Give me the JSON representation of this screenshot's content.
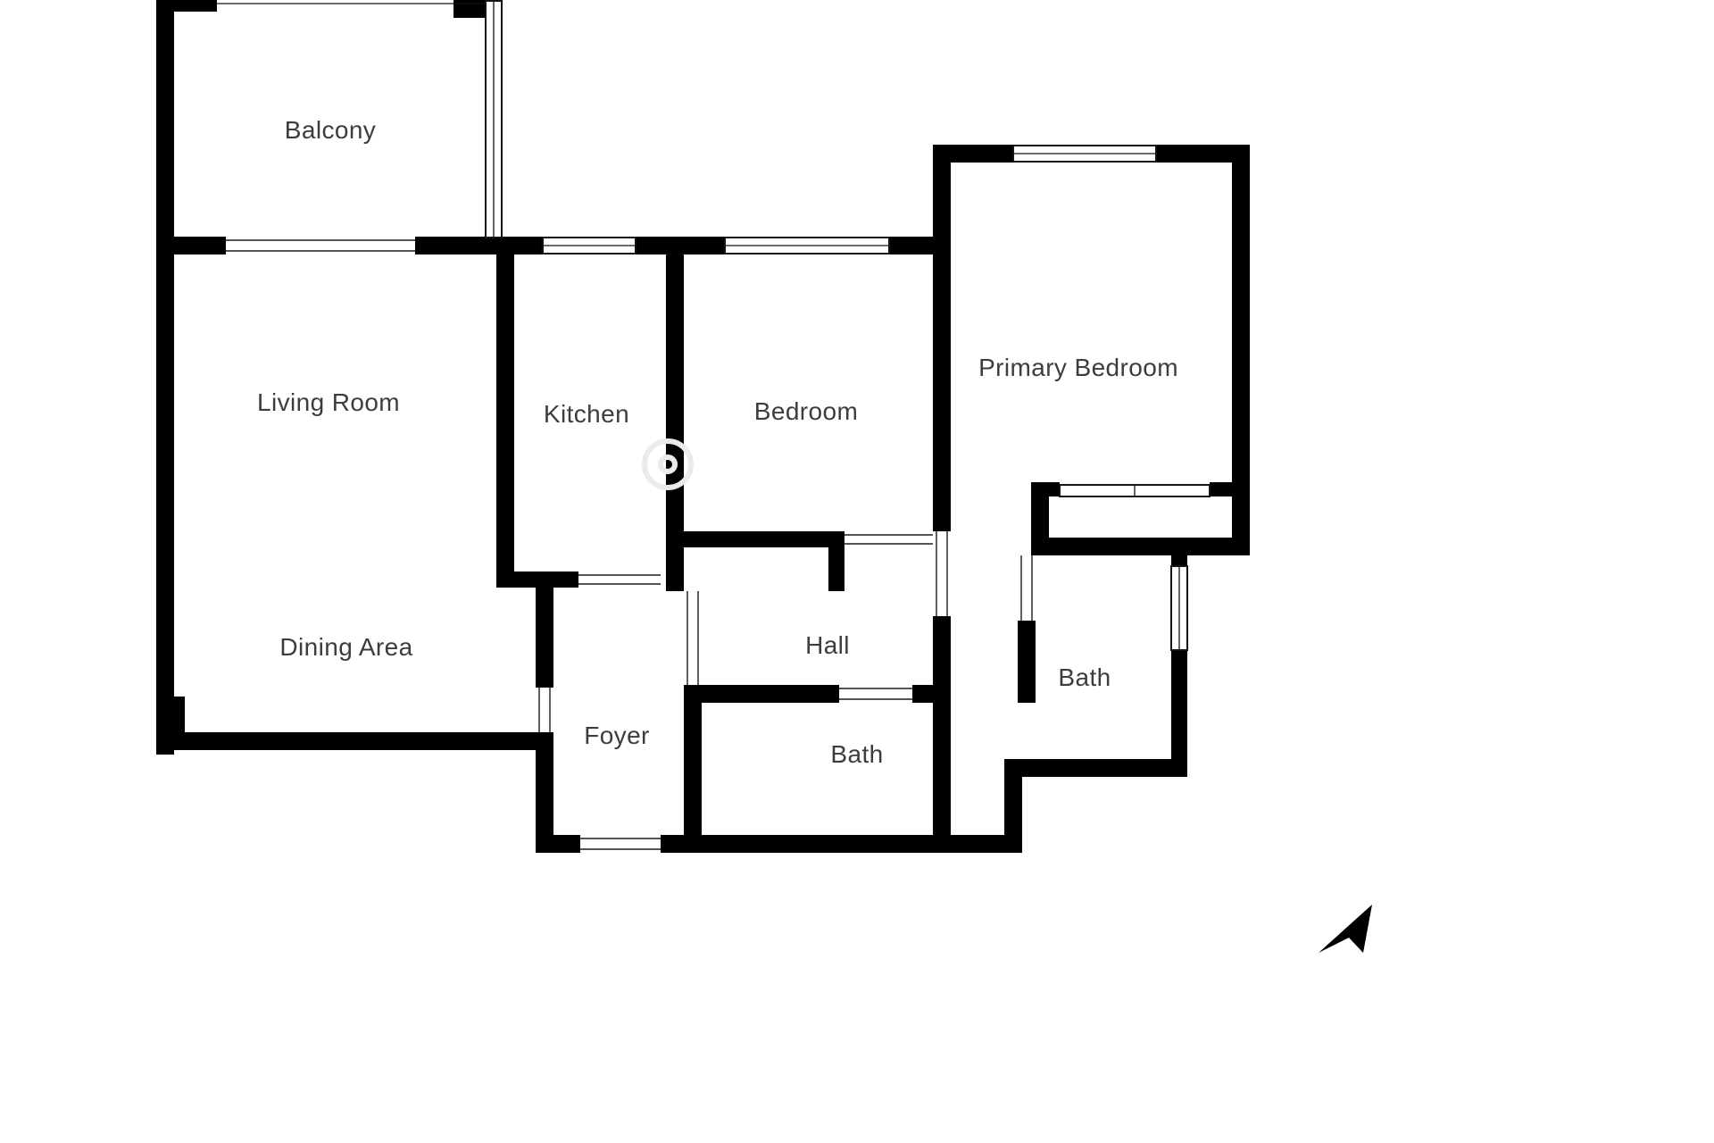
{
  "app": {
    "type": "floor-plan"
  },
  "colors": {
    "wall": "#000000",
    "background": "#ffffff",
    "label_text": "#3d3d3d",
    "window_stroke": "#141414",
    "watermark": "#ebebeb"
  },
  "rooms": [
    {
      "id": "balcony",
      "label": "Balcony"
    },
    {
      "id": "living-room",
      "label": "Living Room"
    },
    {
      "id": "kitchen",
      "label": "Kitchen"
    },
    {
      "id": "bedroom",
      "label": "Bedroom"
    },
    {
      "id": "primary-bedroom",
      "label": "Primary Bedroom"
    },
    {
      "id": "dining-area",
      "label": "Dining Area"
    },
    {
      "id": "hall",
      "label": "Hall"
    },
    {
      "id": "bath-ensuite",
      "label": "Bath"
    },
    {
      "id": "foyer",
      "label": "Foyer"
    },
    {
      "id": "bath-main",
      "label": "Bath"
    }
  ],
  "icons": {
    "compass": "north-arrow-icon",
    "watermark": "logo-watermark-icon"
  }
}
